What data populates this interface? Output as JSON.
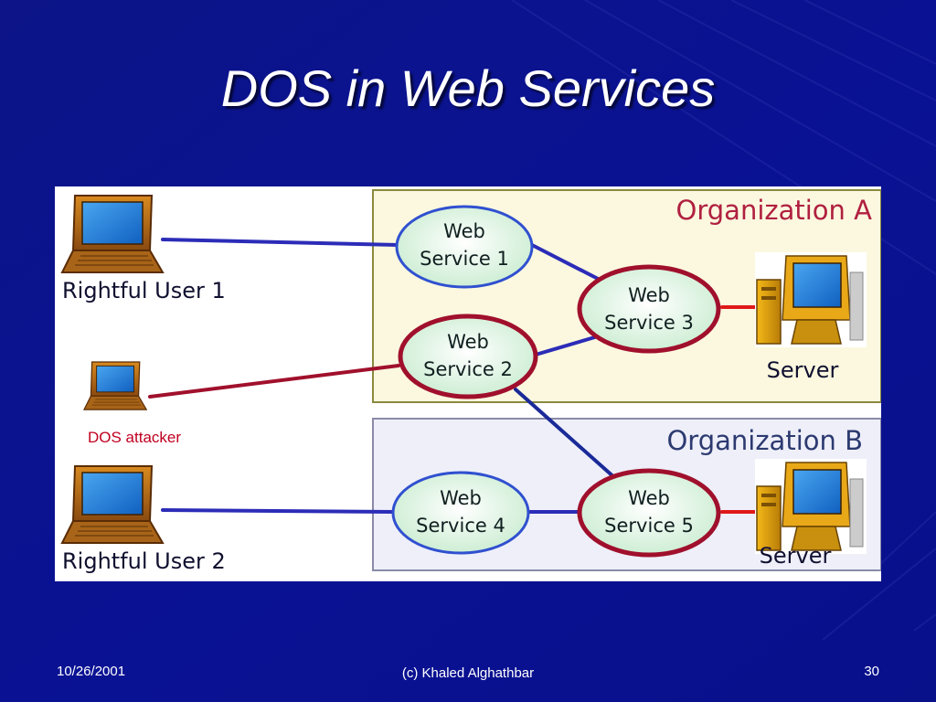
{
  "slide": {
    "title": "DOS in Web Services",
    "footer_date": "10/26/2001",
    "footer_author": "(c) Khaled Alghathbar",
    "footer_page": "30"
  },
  "diagram": {
    "org_a_label": "Organization A",
    "org_b_label": "Organization B",
    "user1_label": "Rightful User 1",
    "user2_label": "Rightful User 2",
    "attacker_label": "DOS attacker",
    "server_a_label": "Server",
    "server_b_label": "Server",
    "ws1": [
      "Web",
      "Service 1"
    ],
    "ws2": [
      "Web",
      "Service 2"
    ],
    "ws3": [
      "Web",
      "Service 3"
    ],
    "ws4": [
      "Web",
      "Service 4"
    ],
    "ws5": [
      "Web",
      "Service 5"
    ]
  },
  "colors": {
    "slide_background": "#0a1290",
    "normal_link": "#2c2cb8",
    "attack_link": "#a0102c",
    "server_link": "#e01818",
    "org_a_fill": "#fbf8df",
    "org_b_fill": "#eeeff9",
    "org_label": "#b02040",
    "attacker_text": "#c00020"
  },
  "icons": {
    "user1": "laptop-icon",
    "user2": "laptop-icon",
    "attacker": "laptop-icon",
    "server_a": "server-computer-icon",
    "server_b": "server-computer-icon"
  }
}
